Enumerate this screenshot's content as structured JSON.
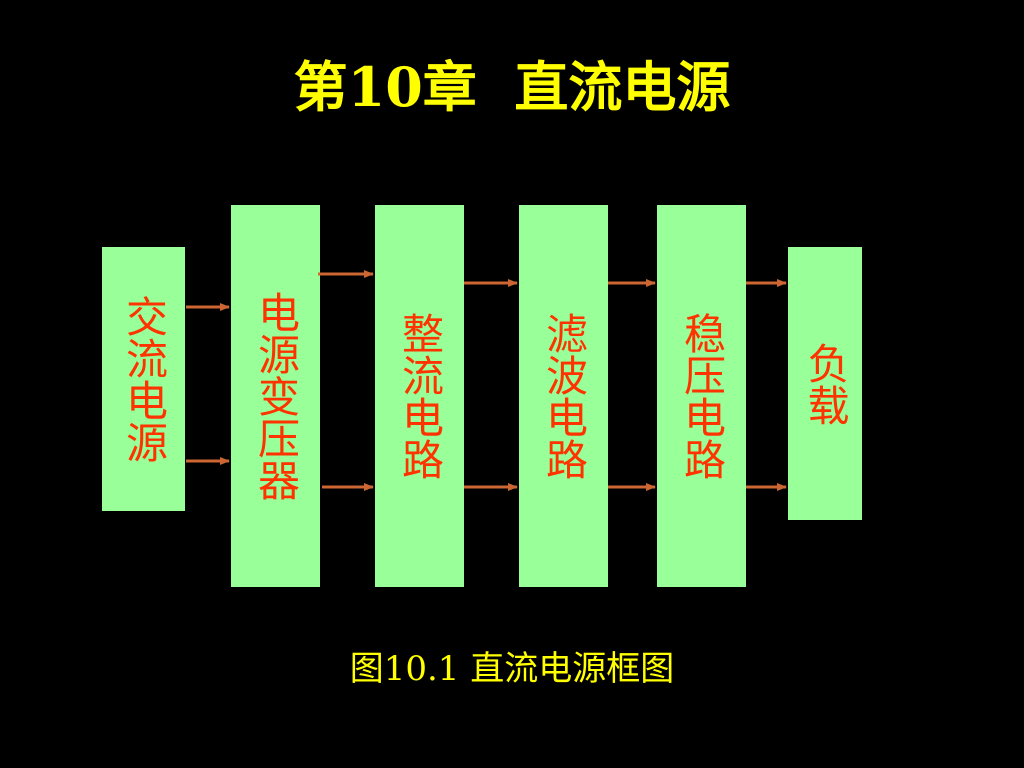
{
  "title": "第10章  直流电源",
  "blocks": [
    {
      "id": "ac-source",
      "label": "交流电源"
    },
    {
      "id": "power-transformer",
      "label": "电源变压器"
    },
    {
      "id": "rectifier",
      "label": "整流电路"
    },
    {
      "id": "filter",
      "label": "滤波电路"
    },
    {
      "id": "regulator",
      "label": "稳压电路"
    },
    {
      "id": "load",
      "label": "负载"
    }
  ],
  "caption": "图10.1 直流电源框图",
  "colors": {
    "background": "#000000",
    "title": "#ffff00",
    "block_fill": "#99ff99",
    "block_text": "#ff3300",
    "arrow": "#cc6633",
    "caption": "#ffff00"
  }
}
